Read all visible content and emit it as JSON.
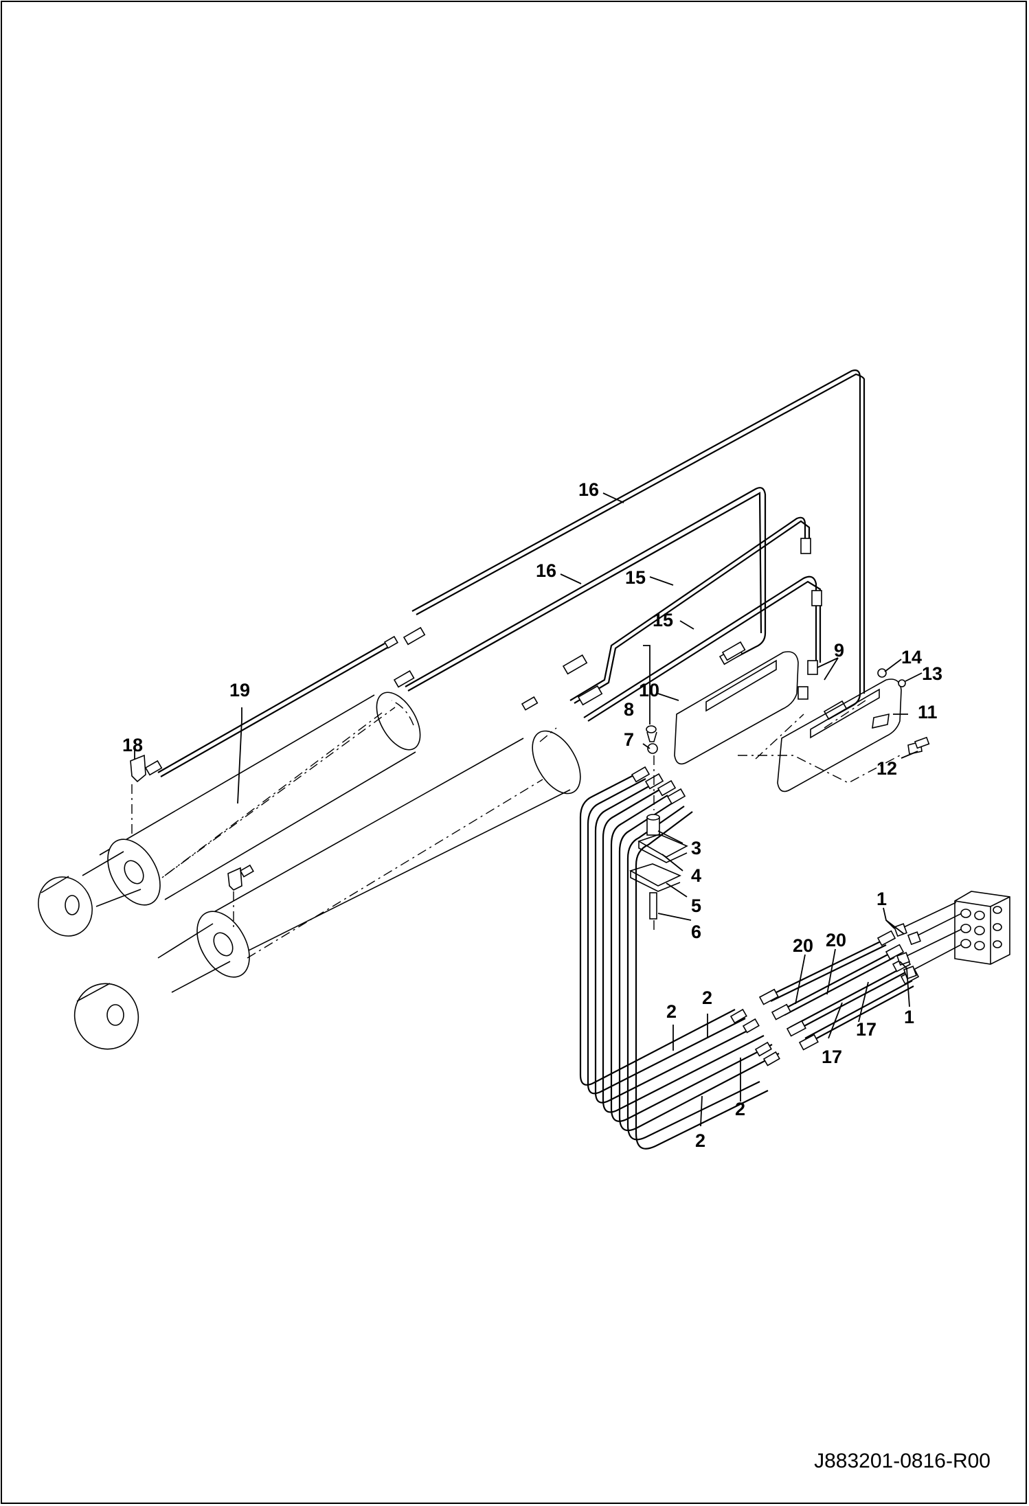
{
  "drawing_id": "J883201-0816-R00",
  "callouts": [
    {
      "id": "c16a",
      "text": "16"
    },
    {
      "id": "c16b",
      "text": "16"
    },
    {
      "id": "c15a",
      "text": "15"
    },
    {
      "id": "c15b",
      "text": "15"
    },
    {
      "id": "c19",
      "text": "19"
    },
    {
      "id": "c18",
      "text": "18"
    },
    {
      "id": "c9",
      "text": "9"
    },
    {
      "id": "c10",
      "text": "10"
    },
    {
      "id": "c8",
      "text": "8"
    },
    {
      "id": "c7",
      "text": "7"
    },
    {
      "id": "c14",
      "text": "14"
    },
    {
      "id": "c13",
      "text": "13"
    },
    {
      "id": "c11",
      "text": "11"
    },
    {
      "id": "c12",
      "text": "12"
    },
    {
      "id": "c3",
      "text": "3"
    },
    {
      "id": "c4",
      "text": "4"
    },
    {
      "id": "c5",
      "text": "5"
    },
    {
      "id": "c6",
      "text": "6"
    },
    {
      "id": "c1a",
      "text": "1"
    },
    {
      "id": "c1b",
      "text": "1"
    },
    {
      "id": "c20a",
      "text": "20"
    },
    {
      "id": "c20b",
      "text": "20"
    },
    {
      "id": "c17a",
      "text": "17"
    },
    {
      "id": "c17b",
      "text": "17"
    },
    {
      "id": "c2a",
      "text": "2"
    },
    {
      "id": "c2b",
      "text": "2"
    },
    {
      "id": "c2c",
      "text": "2"
    },
    {
      "id": "c2d",
      "text": "2"
    }
  ]
}
